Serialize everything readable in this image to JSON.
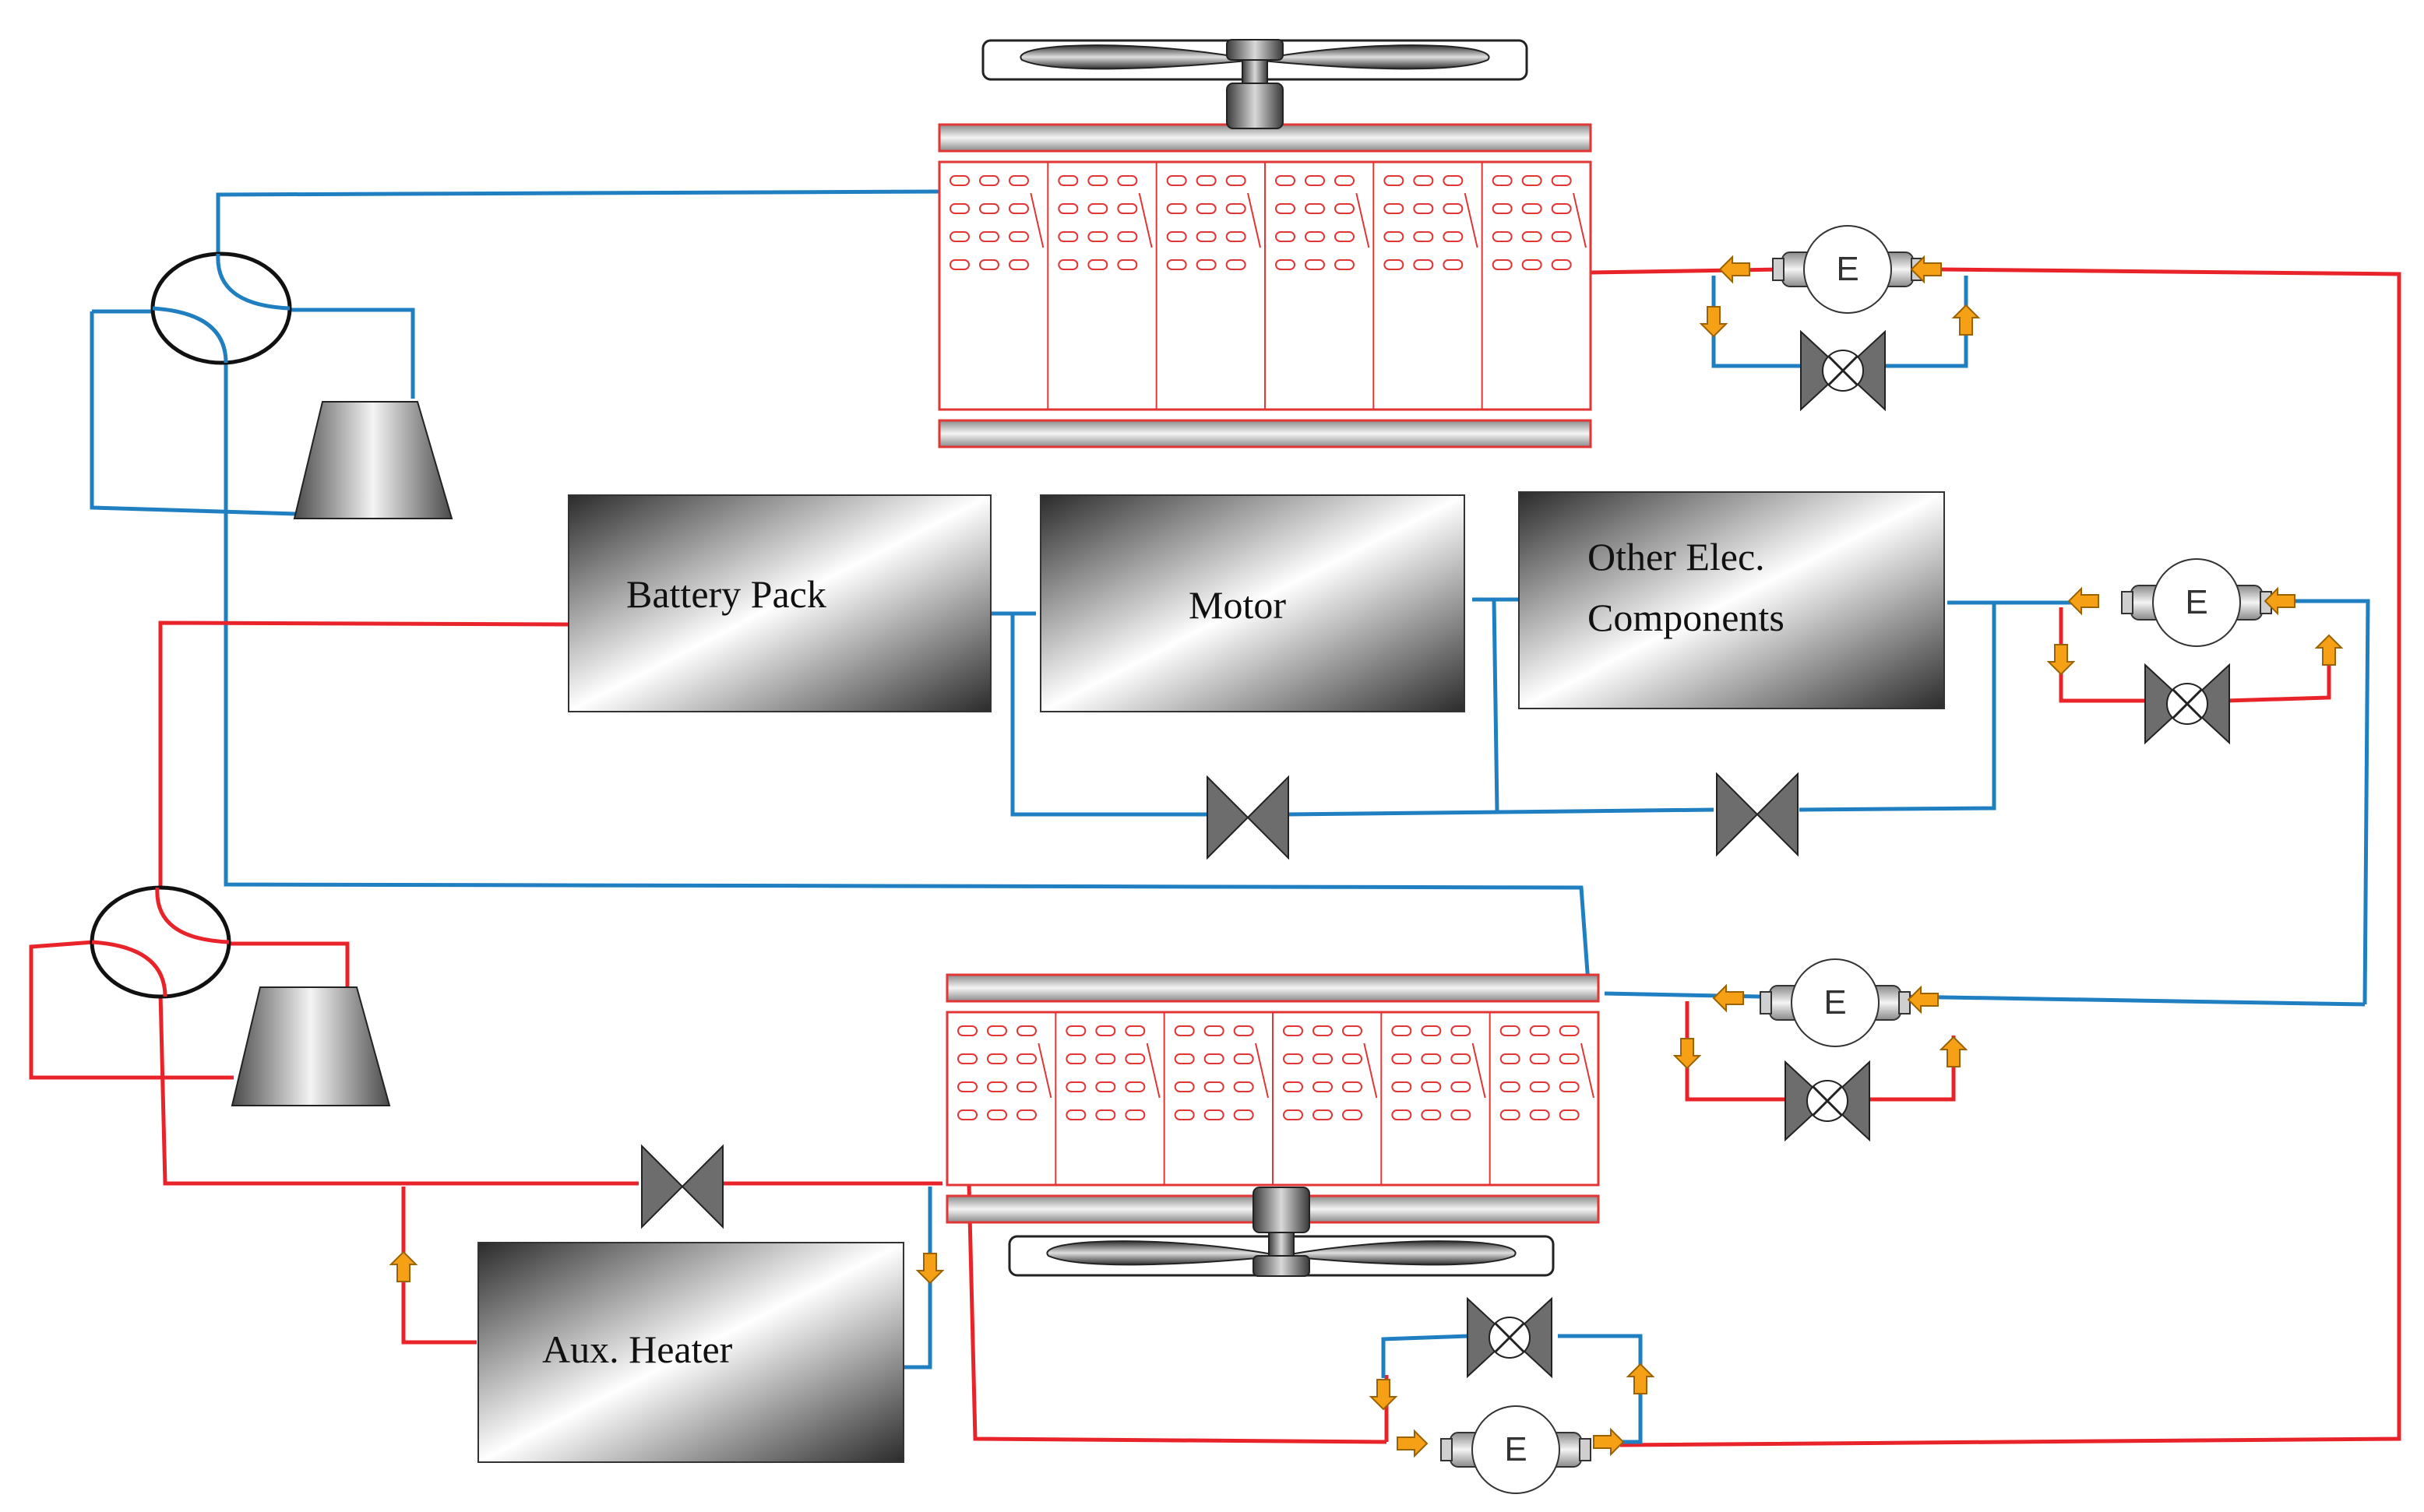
{
  "components": {
    "battery": "Battery Pack",
    "motor": "Motor",
    "other_line1": "Other Elec.",
    "other_line2": "Components",
    "heater": "Aux. Heater"
  },
  "expansion_valve_label": "E",
  "colors": {
    "cold_line": "#1f7fc0",
    "hot_line": "#e8242a",
    "arrow_fill": "#f5a015",
    "arrow_stroke": "#9a6200",
    "valve_fill": "#6d6d6d",
    "hx_outline": "#e23535"
  }
}
